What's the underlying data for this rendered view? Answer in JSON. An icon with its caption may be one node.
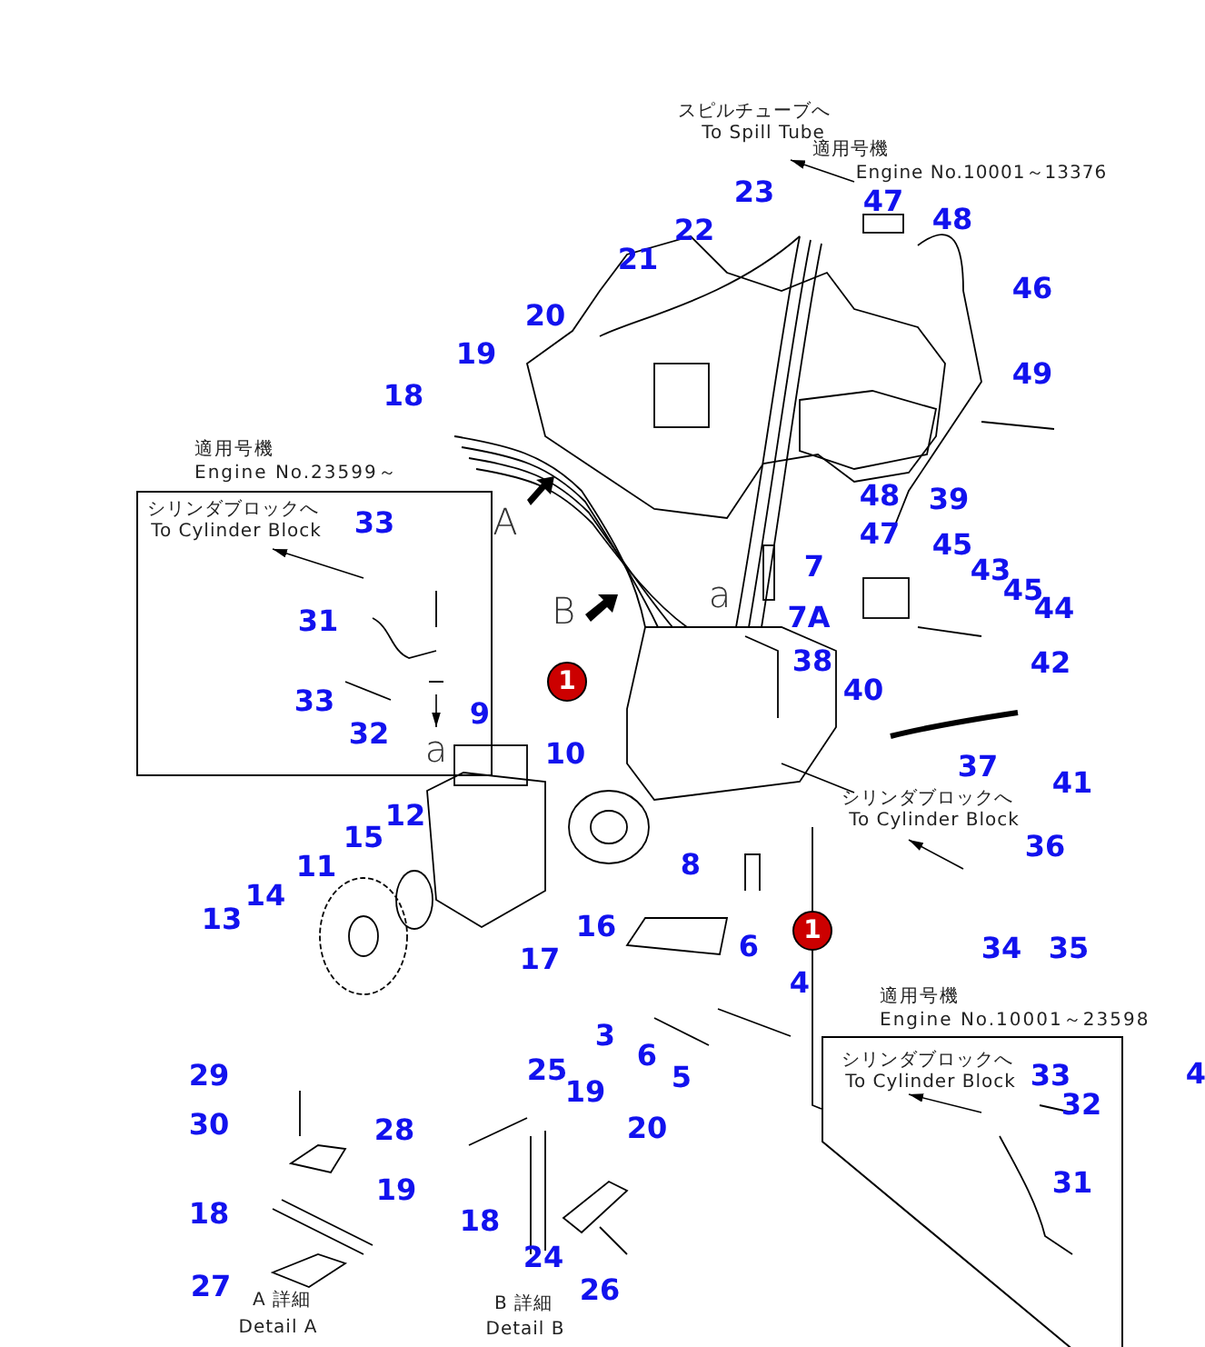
{
  "diagram": {
    "nodes": [
      {
        "text": [
          "適用号機",
          "Engine No.23599～"
        ]
      },
      {
        "text": [
          "適用号機",
          "Engine No.10001～23598"
        ]
      }
    ],
    "edges": [],
    "labels": [
      "スピルチューブへ",
      "To Spill Tube",
      "適用号機",
      "Engine No.10001～13376",
      "23",
      "22",
      "47",
      "48",
      "21",
      "46",
      "20",
      "19",
      "49",
      "18",
      "シリンダブロックへ",
      "To Cylinder Block",
      "33",
      "31",
      "33",
      "32",
      "a",
      "48",
      "39",
      "47",
      "A",
      "45",
      "7",
      "43",
      "45",
      "B",
      "a",
      "44",
      "7A",
      "38",
      "42",
      "1",
      "40",
      "9",
      "10",
      "37",
      "41",
      "12",
      "シリンダブロックへ",
      "To Cylinder Block",
      "15",
      "36",
      "11",
      "8",
      "14",
      "13",
      "16",
      "1",
      "6",
      "17",
      "34",
      "35",
      "4",
      "3",
      "6",
      "29",
      "25",
      "5",
      "シリンダブロックへ",
      "To Cylinder Block",
      "33",
      "4",
      "19",
      "32",
      "30",
      "28",
      "20",
      "19",
      "31",
      "18",
      "18",
      "24",
      "27",
      "A 詳細",
      "B 詳細",
      "26",
      "Detail A",
      "Detail B"
    ]
  }
}
